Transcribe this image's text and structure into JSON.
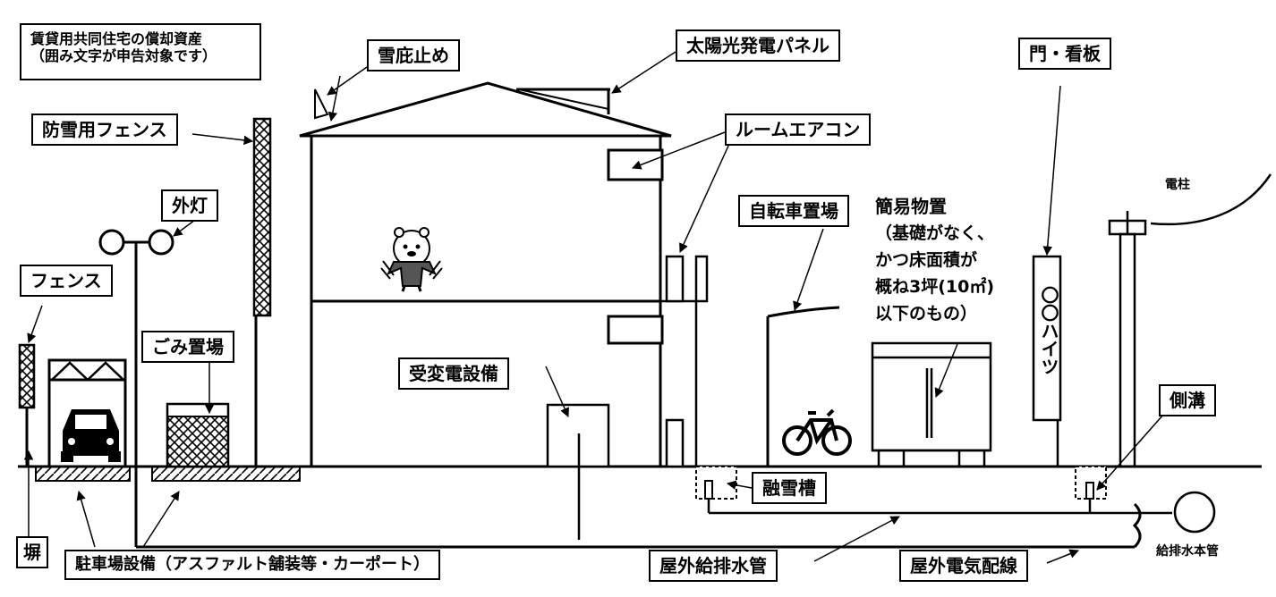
{
  "header": {
    "line1": "賃貸用共同住宅の償却資産",
    "line2": "（囲み文字が申告対象です）"
  },
  "labels": {
    "snow_stopper": "雪庇止め",
    "solar_panel": "太陽光発電パネル",
    "gate_sign": "門・看板",
    "snow_fence": "防雪用フェンス",
    "room_ac": "ルームエアコン",
    "outdoor_light": "外灯",
    "bicycle_shelter": "自転車置場",
    "simple_storage": "簡易物置",
    "storage_note_1": "（基礎がなく、",
    "storage_note_2": "かつ床面積が",
    "storage_note_3": "概ね3坪(10㎡)",
    "storage_note_4": "以下のもの）",
    "fence": "フェンス",
    "garbage_area": "ごみ置場",
    "substation": "受変電設備",
    "side_ditch": "側溝",
    "snow_melting_tank": "融雪槽",
    "wall": "塀",
    "parking": "駐車場設備（アスファルト舗装等・カーポート）",
    "outdoor_pipes": "屋外給排水管",
    "outdoor_wiring": "屋外電気配線"
  },
  "plain_labels": {
    "utility_pole": "電柱",
    "water_main": "給排水本管",
    "sign_text": "〇〇ハイツ"
  },
  "icons": [
    "car-icon",
    "bicycle-icon",
    "mascot-icon",
    "lamp-icon"
  ]
}
